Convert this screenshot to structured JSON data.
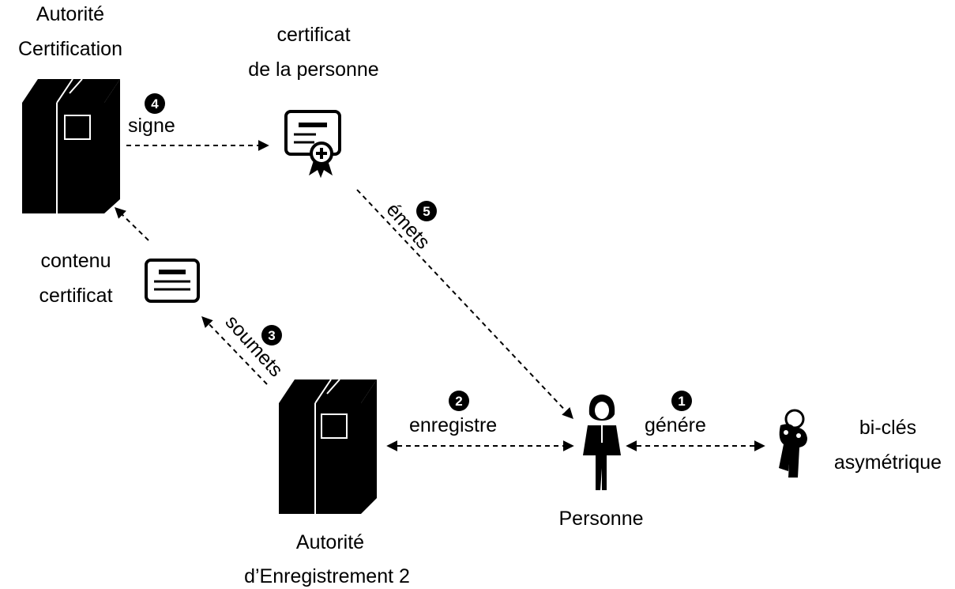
{
  "nodes": {
    "ca_label": [
      "Autorité",
      "Certification"
    ],
    "cert_label": [
      "certificat",
      "de la personne"
    ],
    "content_label": [
      "contenu",
      "certificat"
    ],
    "ra_label": [
      "Autorité",
      "d’Enregistrement 2"
    ],
    "person_label": "Personne",
    "keys_label": [
      "bi-clés",
      "asymétrique"
    ]
  },
  "edges": {
    "signe": "signe",
    "emets": "émets",
    "soumets": "soumets",
    "enregistre": "enregistre",
    "genere": "génére"
  },
  "steps": {
    "s1": "1",
    "s2": "2",
    "s3": "3",
    "s4": "4",
    "s5": "5"
  },
  "icons": {
    "ca": "server-icon",
    "ra": "server-icon",
    "certificate": "certificate-icon",
    "content": "document-icon",
    "person": "person-icon",
    "keys": "keys-icon"
  },
  "colors": {
    "ink": "#000000",
    "background": "#ffffff"
  }
}
